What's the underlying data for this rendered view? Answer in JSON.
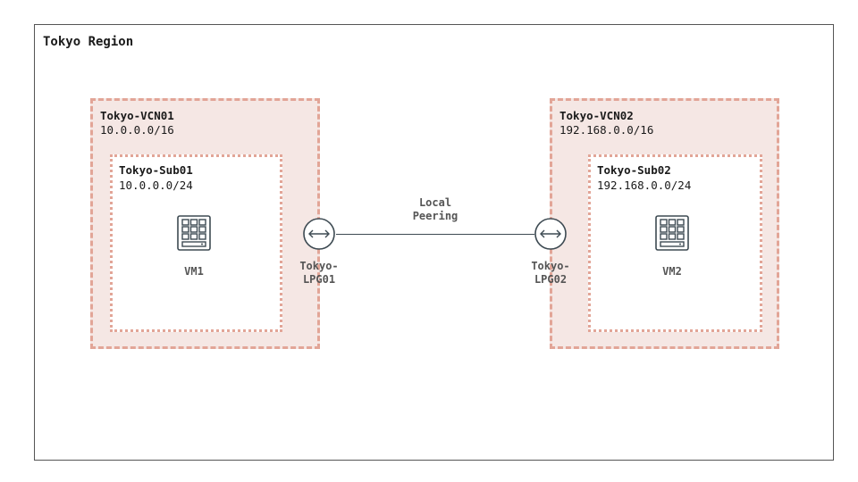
{
  "region": {
    "title": "Tokyo Region"
  },
  "vcns": [
    {
      "title": "Tokyo-VCN01",
      "cidr": "10.0.0.0/16",
      "subnet": {
        "title": "Tokyo-Sub01",
        "cidr": "10.0.0.0/24",
        "vm": "VM1"
      },
      "lpg": {
        "label": "Tokyo-\nLPG01",
        "icon": "bidirectional-arrow-icon"
      }
    },
    {
      "title": "Tokyo-VCN02",
      "cidr": "192.168.0.0/16",
      "subnet": {
        "title": "Tokyo-Sub02",
        "cidr": "192.168.0.0/24",
        "vm": "VM2"
      },
      "lpg": {
        "label": "Tokyo-\nLPG02",
        "icon": "bidirectional-arrow-icon"
      }
    }
  ],
  "peering": {
    "label_line1": "Local",
    "label_line2": "Peering"
  },
  "colors": {
    "vcn_fill": "#f5e7e4",
    "vcn_border": "#e2a597",
    "icon_stroke": "#3d4a52"
  }
}
